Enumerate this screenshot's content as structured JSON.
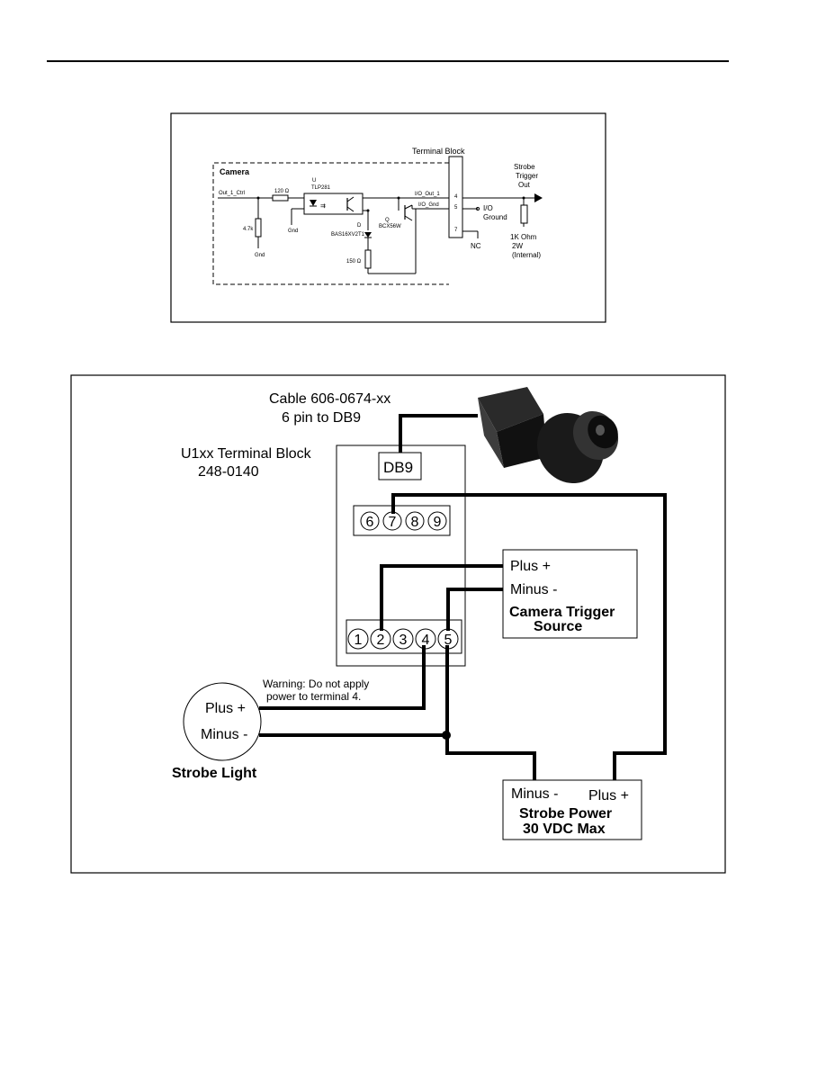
{
  "schematic": {
    "camera_label": "Camera",
    "terminal_block_label": "Terminal Block",
    "out_ctrl": "Out_1_Ctrl",
    "r_series": "120 Ω",
    "r_pulldown": "4.7k",
    "gnd1": "Gnd",
    "gnd2": "Gnd",
    "u1_ref": "U",
    "optocoupler": "TLP281",
    "d_ref": "D",
    "diode": "BAS16XV2T1",
    "q_ref": "Q",
    "transistor": "BCX56W",
    "r_emitter": "150 Ω",
    "io_out": "I/O_Out_1",
    "io_gnd": "I/O_Gnd",
    "pin4": "4",
    "pin5": "5",
    "pin7": "7",
    "io_ground_line1": "I/O",
    "io_ground_line2": "Ground",
    "nc": "NC",
    "strobe_line1": "Strobe",
    "strobe_line2": "Trigger",
    "strobe_line3": "Out",
    "res_line1": "1K Ohm",
    "res_line2": "2W",
    "res_line3": "(Internal)"
  },
  "wiring": {
    "cable_line1": "Cable 606-0674-xx",
    "cable_line2": "6 pin to DB9",
    "block_line1": "U1xx Terminal Block",
    "block_line2": "248-0140",
    "db9": "DB9",
    "top_pins": [
      "6",
      "7",
      "8",
      "9"
    ],
    "bottom_pins": [
      "1",
      "2",
      "3",
      "4",
      "5"
    ],
    "trigger_plus": "Plus +",
    "trigger_minus": "Minus -",
    "trigger_title_line1": "Camera Trigger",
    "trigger_title_line2": "Source",
    "warning_line1": "Warning: Do not apply",
    "warning_line2": "power to terminal 4.",
    "strobe_plus": "Plus +",
    "strobe_minus": "Minus -",
    "strobe_light": "Strobe Light",
    "power_minus": "Minus -",
    "power_plus": "Plus +",
    "power_title_line1": "Strobe Power",
    "power_title_line2": "30 VDC Max"
  }
}
